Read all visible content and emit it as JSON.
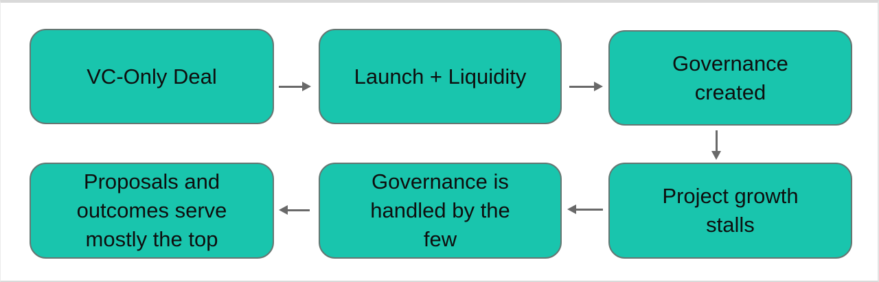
{
  "diagram": {
    "type": "flowchart",
    "colors": {
      "node_fill": "#19c5ad",
      "node_border": "#657672",
      "arrow": "#696969",
      "text": "#0e0e0e",
      "canvas_edge": "#d9d9d9",
      "background": "#ffffff"
    },
    "nodes": [
      {
        "id": "vc-only-deal",
        "label": "VC-Only Deal"
      },
      {
        "id": "launch-liquidity",
        "label": "Launch + Liquidity"
      },
      {
        "id": "governance-created",
        "label": "Governance\ncreated"
      },
      {
        "id": "proposals-serve-top",
        "label": "Proposals and\noutcomes serve\nmostly the top"
      },
      {
        "id": "governance-by-few",
        "label": "Governance is\nhandled by the\nfew"
      },
      {
        "id": "project-growth-stalls",
        "label": "Project growth\nstalls"
      }
    ],
    "edges": [
      {
        "from": "vc-only-deal",
        "to": "launch-liquidity",
        "direction": "right"
      },
      {
        "from": "launch-liquidity",
        "to": "governance-created",
        "direction": "right"
      },
      {
        "from": "governance-created",
        "to": "project-growth-stalls",
        "direction": "down"
      },
      {
        "from": "project-growth-stalls",
        "to": "governance-by-few",
        "direction": "left"
      },
      {
        "from": "governance-by-few",
        "to": "proposals-serve-top",
        "direction": "left"
      }
    ]
  }
}
